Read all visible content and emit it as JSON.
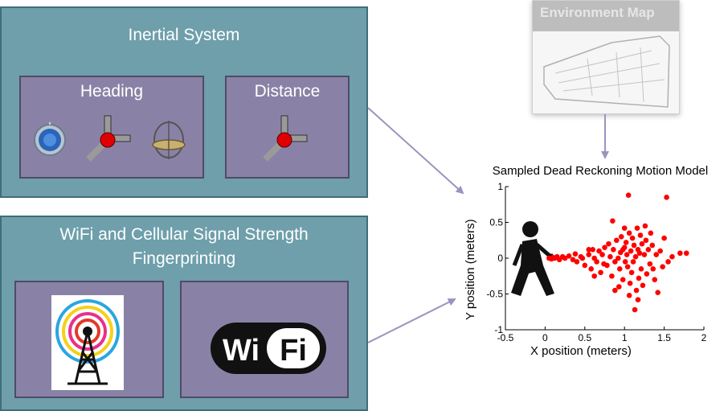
{
  "inertial": {
    "title": "Inertial System",
    "heading_title": "Heading",
    "distance_title": "Distance",
    "heading_icons": [
      "compass-icon",
      "accelerometer-icon",
      "gyroscope-icon"
    ],
    "distance_icons": [
      "accelerometer-icon"
    ]
  },
  "wifi": {
    "title_line1": "WiFi and Cellular Signal Strength",
    "title_line2": "Fingerprinting",
    "wifi_logo_left": "Wi",
    "wifi_logo_right": "Fi",
    "icons": [
      "cell-tower-icon",
      "wifi-logo-icon"
    ]
  },
  "env_map": {
    "title": "Environment Map"
  },
  "colors": {
    "panel": "#6e9fab",
    "subpanel": "#8a82a6",
    "points": "#ff0000",
    "arrow": "#9b93bf"
  },
  "chart_data": {
    "type": "scatter",
    "title": "Sampled Dead Reckoning Motion Model",
    "xlabel": "X position (meters)",
    "ylabel": "Y position (meters)",
    "xlim": [
      -0.5,
      2
    ],
    "ylim": [
      -1,
      1
    ],
    "xticks": [
      "-0.5",
      "0",
      "0.5",
      "1",
      "1.5",
      "2"
    ],
    "yticks": [
      "1",
      "0.5",
      "0",
      "-0.5",
      "-1"
    ],
    "points": [
      [
        0.05,
        0.0
      ],
      [
        0.08,
        -0.01
      ],
      [
        0.1,
        0.01
      ],
      [
        0.12,
        0.0
      ],
      [
        0.15,
        0.02
      ],
      [
        0.18,
        -0.02
      ],
      [
        0.22,
        0.02
      ],
      [
        0.25,
        0.0
      ],
      [
        0.3,
        0.03
      ],
      [
        0.35,
        -0.02
      ],
      [
        0.38,
        0.06
      ],
      [
        0.4,
        -0.05
      ],
      [
        0.45,
        0.02
      ],
      [
        0.5,
        -0.1
      ],
      [
        0.55,
        0.05
      ],
      [
        0.58,
        -0.15
      ],
      [
        0.6,
        0.12
      ],
      [
        0.62,
        0.0
      ],
      [
        0.65,
        -0.05
      ],
      [
        0.68,
        0.1
      ],
      [
        0.7,
        -0.2
      ],
      [
        0.72,
        0.05
      ],
      [
        0.75,
        0.15
      ],
      [
        0.78,
        -0.1
      ],
      [
        0.8,
        0.2
      ],
      [
        0.82,
        0.02
      ],
      [
        0.84,
        -0.25
      ],
      [
        0.85,
        0.52
      ],
      [
        0.86,
        0.12
      ],
      [
        0.88,
        -0.05
      ],
      [
        0.9,
        0.25
      ],
      [
        0.92,
        0.0
      ],
      [
        0.94,
        -0.15
      ],
      [
        0.95,
        0.08
      ],
      [
        0.96,
        0.3
      ],
      [
        0.98,
        -0.3
      ],
      [
        1.0,
        0.15
      ],
      [
        1.01,
        -0.05
      ],
      [
        1.02,
        0.22
      ],
      [
        1.03,
        0.05
      ],
      [
        1.04,
        -0.12
      ],
      [
        1.05,
        0.88
      ],
      [
        1.06,
        0.35
      ],
      [
        1.07,
        -0.35
      ],
      [
        1.08,
        0.1
      ],
      [
        1.09,
        -0.2
      ],
      [
        1.1,
        0.28
      ],
      [
        1.11,
        -0.05
      ],
      [
        1.12,
        0.18
      ],
      [
        1.13,
        -0.72
      ],
      [
        1.14,
        0.02
      ],
      [
        1.15,
        -0.45
      ],
      [
        1.16,
        0.42
      ],
      [
        1.17,
        0.12
      ],
      [
        1.18,
        -0.28
      ],
      [
        1.19,
        0.07
      ],
      [
        1.2,
        0.32
      ],
      [
        1.21,
        -0.15
      ],
      [
        1.22,
        0.2
      ],
      [
        1.23,
        -0.38
      ],
      [
        1.25,
        0.05
      ],
      [
        1.27,
        0.25
      ],
      [
        1.28,
        -0.22
      ],
      [
        1.3,
        0.12
      ],
      [
        1.32,
        -0.08
      ],
      [
        1.35,
        0.18
      ],
      [
        1.38,
        -0.3
      ],
      [
        1.4,
        0.05
      ],
      [
        1.42,
        -0.48
      ],
      [
        1.45,
        0.1
      ],
      [
        1.48,
        -0.12
      ],
      [
        1.5,
        0.28
      ],
      [
        1.53,
        0.85
      ],
      [
        1.55,
        -0.05
      ],
      [
        1.6,
        0.02
      ],
      [
        1.7,
        0.07
      ],
      [
        1.78,
        0.07
      ],
      [
        0.74,
        -0.08
      ],
      [
        0.93,
        -0.4
      ],
      [
        1.0,
        0.42
      ],
      [
        1.06,
        -0.52
      ],
      [
        0.62,
        -0.25
      ],
      [
        0.55,
        0.12
      ],
      [
        0.47,
        0.0
      ],
      [
        1.33,
        0.35
      ],
      [
        1.26,
        0.45
      ],
      [
        0.88,
        -0.45
      ],
      [
        1.17,
        -0.58
      ],
      [
        1.36,
        -0.15
      ],
      [
        0.98,
        0.12
      ]
    ]
  }
}
